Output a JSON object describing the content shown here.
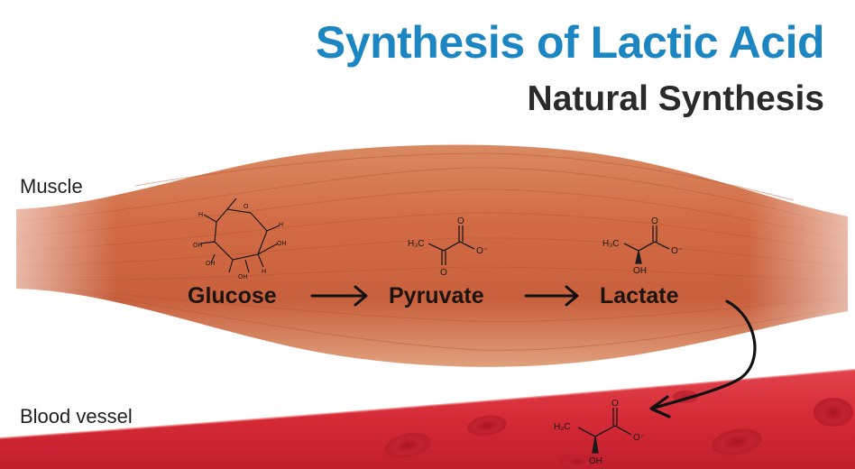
{
  "header": {
    "title": "Synthesis of Lactic Acid",
    "subtitle": "Natural Synthesis"
  },
  "labels": {
    "muscle": "Muscle",
    "blood_vessel": "Blood vessel"
  },
  "pathway": {
    "steps": [
      "Glucose",
      "Pyruvate",
      "Lactate"
    ]
  },
  "molecules": {
    "pyruvate": {
      "methyl": "H₃C",
      "oxygen": "O",
      "anion": "O⁻"
    },
    "lactate": {
      "methyl": "H₃C",
      "oxygen": "O",
      "anion": "O⁻",
      "hydroxyl": "OH"
    },
    "glucose": {
      "oxygen": "O",
      "hydroxyl": "OH",
      "hydrogen": "H"
    }
  },
  "colors": {
    "title": "#1b86c2",
    "muscle": "#d26b45",
    "blood": "#d42a36",
    "blood_cell": "#b81e2a",
    "arrow": "#111111"
  }
}
